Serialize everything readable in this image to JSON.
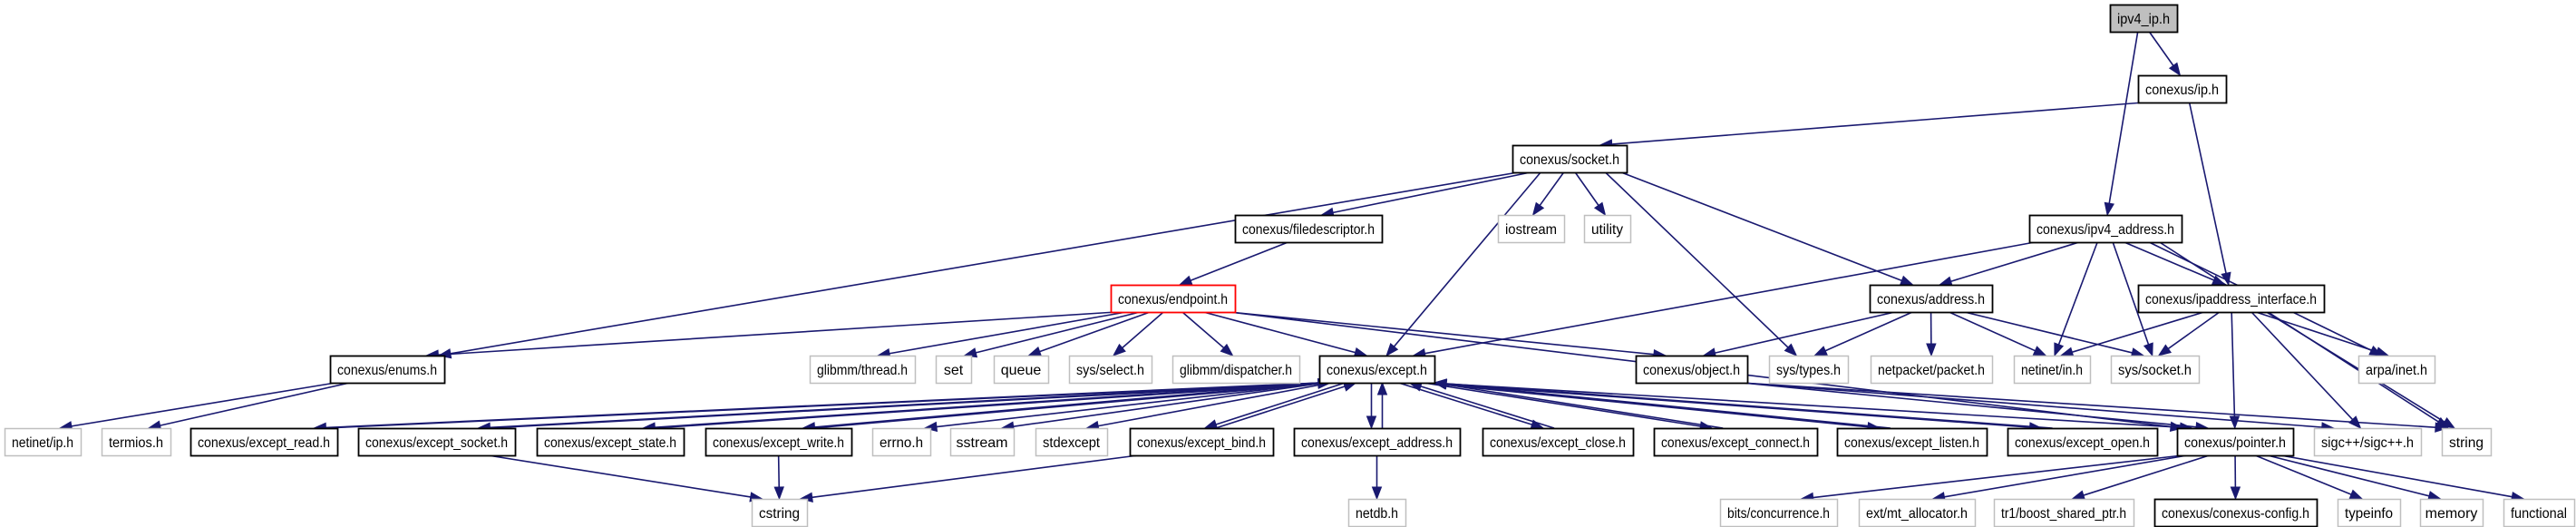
{
  "title": "ipv4_ip.h",
  "colors": {
    "edge": "#191970",
    "documented_border": "#000000",
    "external_border": "#bfbfbf",
    "highlight_border": "#ff0000",
    "root_fill": "#bfbfbf"
  },
  "nodes": [
    {
      "id": "ipv4_ip",
      "label": "ipv4_ip.h",
      "kind": "root"
    },
    {
      "id": "ip",
      "label": "conexus/ip.h",
      "kind": "documented"
    },
    {
      "id": "socket",
      "label": "conexus/socket.h",
      "kind": "documented"
    },
    {
      "id": "filedescriptor",
      "label": "conexus/filedescriptor.h",
      "kind": "documented"
    },
    {
      "id": "iostream",
      "label": "iostream",
      "kind": "external"
    },
    {
      "id": "utility",
      "label": "utility",
      "kind": "external"
    },
    {
      "id": "ipv4_address",
      "label": "conexus/ipv4_address.h",
      "kind": "documented"
    },
    {
      "id": "endpoint",
      "label": "conexus/endpoint.h",
      "kind": "highlight"
    },
    {
      "id": "address",
      "label": "conexus/address.h",
      "kind": "documented"
    },
    {
      "id": "ipaddress_interface",
      "label": "conexus/ipaddress_interface.h",
      "kind": "documented"
    },
    {
      "id": "enums",
      "label": "conexus/enums.h",
      "kind": "documented"
    },
    {
      "id": "glibmm_thread",
      "label": "glibmm/thread.h",
      "kind": "external"
    },
    {
      "id": "set",
      "label": "set",
      "kind": "external"
    },
    {
      "id": "queue",
      "label": "queue",
      "kind": "external"
    },
    {
      "id": "sys_select",
      "label": "sys/select.h",
      "kind": "external"
    },
    {
      "id": "glibmm_dispatcher",
      "label": "glibmm/dispatcher.h",
      "kind": "external"
    },
    {
      "id": "except",
      "label": "conexus/except.h",
      "kind": "documented"
    },
    {
      "id": "object",
      "label": "conexus/object.h",
      "kind": "documented"
    },
    {
      "id": "sys_types",
      "label": "sys/types.h",
      "kind": "external"
    },
    {
      "id": "netpacket",
      "label": "netpacket/packet.h",
      "kind": "external"
    },
    {
      "id": "netinet_in",
      "label": "netinet/in.h",
      "kind": "external"
    },
    {
      "id": "sys_socket",
      "label": "sys/socket.h",
      "kind": "external"
    },
    {
      "id": "arpa_inet",
      "label": "arpa/inet.h",
      "kind": "external"
    },
    {
      "id": "netinet_ip",
      "label": "netinet/ip.h",
      "kind": "external"
    },
    {
      "id": "termios",
      "label": "termios.h",
      "kind": "external"
    },
    {
      "id": "except_read",
      "label": "conexus/except_read.h",
      "kind": "documented"
    },
    {
      "id": "except_socket",
      "label": "conexus/except_socket.h",
      "kind": "documented"
    },
    {
      "id": "except_state",
      "label": "conexus/except_state.h",
      "kind": "documented"
    },
    {
      "id": "except_write",
      "label": "conexus/except_write.h",
      "kind": "documented"
    },
    {
      "id": "errno",
      "label": "errno.h",
      "kind": "external"
    },
    {
      "id": "sstream",
      "label": "sstream",
      "kind": "external"
    },
    {
      "id": "stdexcept",
      "label": "stdexcept",
      "kind": "external"
    },
    {
      "id": "except_bind",
      "label": "conexus/except_bind.h",
      "kind": "documented"
    },
    {
      "id": "except_address",
      "label": "conexus/except_address.h",
      "kind": "documented"
    },
    {
      "id": "except_close",
      "label": "conexus/except_close.h",
      "kind": "documented"
    },
    {
      "id": "except_connect",
      "label": "conexus/except_connect.h",
      "kind": "documented"
    },
    {
      "id": "except_listen",
      "label": "conexus/except_listen.h",
      "kind": "documented"
    },
    {
      "id": "except_open",
      "label": "conexus/except_open.h",
      "kind": "documented"
    },
    {
      "id": "pointer",
      "label": "conexus/pointer.h",
      "kind": "documented"
    },
    {
      "id": "sigc",
      "label": "sigc++/sigc++.h",
      "kind": "external"
    },
    {
      "id": "string",
      "label": "string",
      "kind": "external"
    },
    {
      "id": "cstring",
      "label": "cstring",
      "kind": "external"
    },
    {
      "id": "netdb",
      "label": "netdb.h",
      "kind": "external"
    },
    {
      "id": "bits_concurrence",
      "label": "bits/concurrence.h",
      "kind": "external"
    },
    {
      "id": "mt_allocator",
      "label": "ext/mt_allocator.h",
      "kind": "external"
    },
    {
      "id": "boost_shared_ptr",
      "label": "tr1/boost_shared_ptr.h",
      "kind": "external"
    },
    {
      "id": "conexus_config",
      "label": "conexus/conexus-config.h",
      "kind": "documented"
    },
    {
      "id": "typeinfo",
      "label": "typeinfo",
      "kind": "external"
    },
    {
      "id": "memory",
      "label": "memory",
      "kind": "external"
    },
    {
      "id": "functional",
      "label": "functional",
      "kind": "external"
    }
  ],
  "edges": [
    [
      "ipv4_ip",
      "ip"
    ],
    [
      "ipv4_ip",
      "ipv4_address"
    ],
    [
      "ip",
      "socket"
    ],
    [
      "ip",
      "ipaddress_interface"
    ],
    [
      "socket",
      "enums"
    ],
    [
      "socket",
      "filedescriptor"
    ],
    [
      "socket",
      "except"
    ],
    [
      "socket",
      "iostream"
    ],
    [
      "socket",
      "utility"
    ],
    [
      "socket",
      "sys_types"
    ],
    [
      "socket",
      "address"
    ],
    [
      "filedescriptor",
      "endpoint"
    ],
    [
      "endpoint",
      "enums"
    ],
    [
      "endpoint",
      "glibmm_thread"
    ],
    [
      "endpoint",
      "set"
    ],
    [
      "endpoint",
      "queue"
    ],
    [
      "endpoint",
      "sys_select"
    ],
    [
      "endpoint",
      "glibmm_dispatcher"
    ],
    [
      "endpoint",
      "except"
    ],
    [
      "endpoint",
      "object"
    ],
    [
      "endpoint",
      "pointer"
    ],
    [
      "ipv4_address",
      "except"
    ],
    [
      "ipv4_address",
      "address"
    ],
    [
      "ipv4_address",
      "netinet_in"
    ],
    [
      "ipv4_address",
      "sys_socket"
    ],
    [
      "ipv4_address",
      "ipaddress_interface"
    ],
    [
      "ipv4_address",
      "arpa_inet"
    ],
    [
      "ipv4_address",
      "string"
    ],
    [
      "address",
      "object"
    ],
    [
      "address",
      "sys_types"
    ],
    [
      "address",
      "netpacket"
    ],
    [
      "address",
      "netinet_in"
    ],
    [
      "address",
      "sys_socket"
    ],
    [
      "ipaddress_interface",
      "netinet_in"
    ],
    [
      "ipaddress_interface",
      "sys_socket"
    ],
    [
      "ipaddress_interface",
      "arpa_inet"
    ],
    [
      "ipaddress_interface",
      "pointer"
    ],
    [
      "ipaddress_interface",
      "sigc"
    ],
    [
      "ipaddress_interface",
      "string"
    ],
    [
      "enums",
      "netinet_ip"
    ],
    [
      "enums",
      "termios"
    ],
    [
      "except",
      "except_read"
    ],
    [
      "except",
      "except_socket"
    ],
    [
      "except",
      "except_state"
    ],
    [
      "except",
      "except_write"
    ],
    [
      "except",
      "errno"
    ],
    [
      "except",
      "sstream"
    ],
    [
      "except",
      "stdexcept"
    ],
    [
      "except",
      "except_bind"
    ],
    [
      "except",
      "except_address"
    ],
    [
      "except",
      "except_close"
    ],
    [
      "except",
      "except_connect"
    ],
    [
      "except",
      "except_listen"
    ],
    [
      "except",
      "except_open"
    ],
    [
      "except",
      "pointer"
    ],
    [
      "except_read",
      "except"
    ],
    [
      "except_socket",
      "except"
    ],
    [
      "except_state",
      "except"
    ],
    [
      "except_write",
      "except"
    ],
    [
      "except_bind",
      "except"
    ],
    [
      "except_address",
      "except"
    ],
    [
      "except_close",
      "except"
    ],
    [
      "except_connect",
      "except"
    ],
    [
      "except_listen",
      "except"
    ],
    [
      "except_open",
      "except"
    ],
    [
      "object",
      "pointer"
    ],
    [
      "object",
      "sigc"
    ],
    [
      "object",
      "string"
    ],
    [
      "except_socket",
      "cstring"
    ],
    [
      "except_write",
      "cstring"
    ],
    [
      "except_bind",
      "cstring"
    ],
    [
      "except_address",
      "netdb"
    ],
    [
      "pointer",
      "bits_concurrence"
    ],
    [
      "pointer",
      "mt_allocator"
    ],
    [
      "pointer",
      "boost_shared_ptr"
    ],
    [
      "pointer",
      "conexus_config"
    ],
    [
      "pointer",
      "typeinfo"
    ],
    [
      "pointer",
      "memory"
    ],
    [
      "pointer",
      "functional"
    ]
  ]
}
